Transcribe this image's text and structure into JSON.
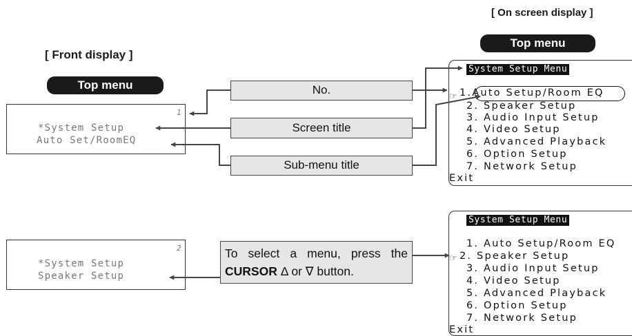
{
  "headings": {
    "front": "[ Front display ]",
    "onscreen": "[ On screen display ]"
  },
  "top_menu_label": "Top menu",
  "front_display_1": {
    "number": "1",
    "line1": "*System Setup",
    "line2": "Auto Set/RoomEQ"
  },
  "front_display_2": {
    "number": "2",
    "line1": "*System Setup",
    "line2": "Speaker Setup"
  },
  "callouts": {
    "no": "No.",
    "screen_title": "Screen title",
    "submenu_title": "Sub-menu title",
    "instruction_pre": "To select a menu, press the",
    "instruction_bold": "CURSOR",
    "instruction_post": "button.",
    "instruction_or": "or",
    "up_symbol": "Δ",
    "down_symbol": "∇"
  },
  "osd_1": {
    "title": "System Setup Menu",
    "cursor_icon": "☞",
    "items": [
      "1.Auto Setup/Room EQ",
      "2. Speaker Setup",
      "3. Audio Input Setup",
      "4. Video Setup",
      "5. Advanced Playback",
      "6. Option Setup",
      "7. Network Setup",
      "Exit"
    ]
  },
  "osd_2": {
    "title": "System Setup Menu",
    "cursor_icon": "☞",
    "items": [
      "1. Auto Setup/Room EQ",
      "2. Speaker Setup",
      "3. Audio Input Setup",
      "4. Video Setup",
      "5. Advanced Playback",
      "6. Option Setup",
      "7. Network Setup",
      "Exit"
    ]
  }
}
